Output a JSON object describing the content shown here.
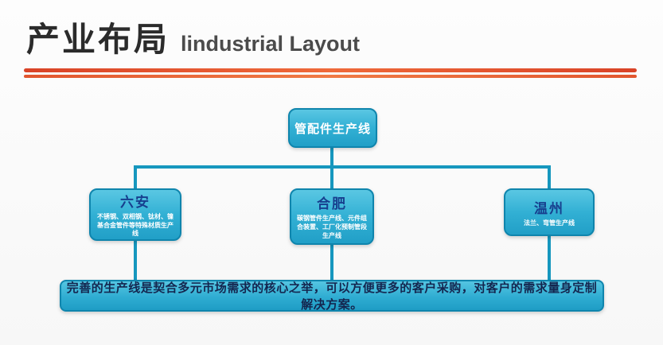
{
  "header": {
    "title_cn": "产业布局",
    "title_en": "lindustrial Layout"
  },
  "chart": {
    "root": {
      "label": "管配件生产线"
    },
    "children": [
      {
        "label": "六安",
        "desc": "不锈钢、双相钢、钛材、镍基合金管件等特殊材质生产线"
      },
      {
        "label": "合肥",
        "desc": "碳钢管件生产线、元件组合装置、工厂化预制管段生产线"
      },
      {
        "label": "温州",
        "desc": "法兰、弯管生产线"
      }
    ],
    "footer": "完善的生产线是契合多元市场需求的核心之举，可以方便更多的客户采购，对客户的需求量身定制解决方案。"
  },
  "colors": {
    "box_fill": "#32b0d4",
    "box_border": "#0f85ad",
    "connector": "#1697be",
    "divider_red": "#e2562f",
    "root_text": "#ffffff",
    "city_label_text": "#173f8e",
    "footer_text": "#14264f"
  }
}
